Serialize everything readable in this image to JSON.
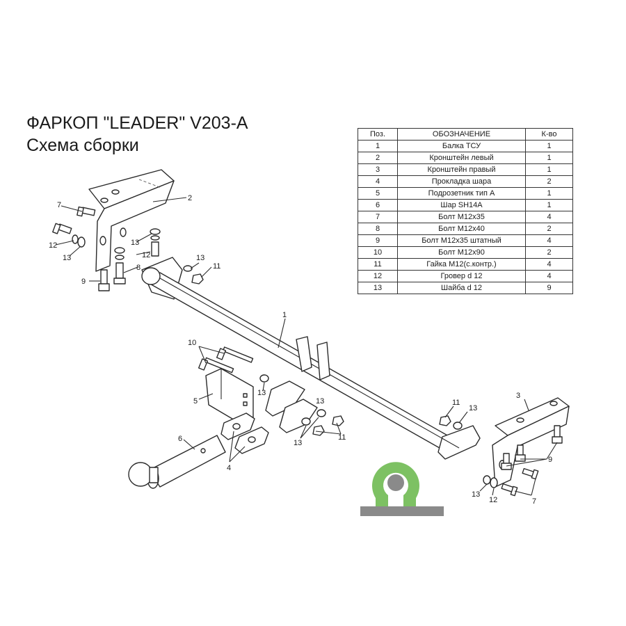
{
  "title": {
    "line1": "ФАРКОП \"LEADER\" V203-A",
    "line2": "Схема сборки"
  },
  "table": {
    "headers": [
      "Поз.",
      "ОБОЗНАЧЕНИЕ",
      "К-во"
    ],
    "rows": [
      [
        "1",
        "Балка ТСУ",
        "1"
      ],
      [
        "2",
        "Кронштейн левый",
        "1"
      ],
      [
        "3",
        "Кронштейн правый",
        "1"
      ],
      [
        "4",
        "Прокладка шара",
        "2"
      ],
      [
        "5",
        "Подрозетник тип А",
        "1"
      ],
      [
        "6",
        "Шар SH14A",
        "1"
      ],
      [
        "7",
        "Болт М12х35",
        "4"
      ],
      [
        "8",
        "Болт М12х40",
        "2"
      ],
      [
        "9",
        "Болт М12х35 штатный",
        "4"
      ],
      [
        "10",
        "Болт М12х90",
        "2"
      ],
      [
        "11",
        "Гайка М12(с.контр.)",
        "4"
      ],
      [
        "12",
        "Гровер d 12",
        "4"
      ],
      [
        "13",
        "Шайба d 12",
        "9"
      ]
    ]
  },
  "callouts": [
    "1",
    "2",
    "3",
    "4",
    "5",
    "6",
    "7",
    "7",
    "8",
    "9",
    "9",
    "10",
    "11",
    "11",
    "11",
    "12",
    "12",
    "12",
    "13",
    "13",
    "13",
    "13",
    "13",
    "13",
    "13",
    "13"
  ],
  "logo": {
    "green": "#7dc163",
    "gray": "#8a8a8a"
  }
}
